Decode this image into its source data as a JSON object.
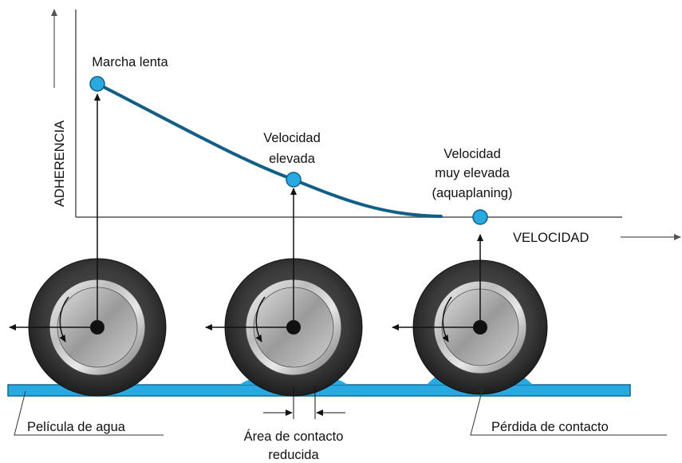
{
  "axes": {
    "y_label": "ADHERENCIA",
    "x_label": "VELOCIDAD"
  },
  "points": [
    {
      "label_lines": [
        "Marcha lenta"
      ]
    },
    {
      "label_lines": [
        "Velocidad",
        "elevada"
      ]
    },
    {
      "label_lines": [
        "Velocidad",
        "muy elevada",
        "(aquaplaning)"
      ]
    }
  ],
  "callouts": {
    "water_film": "Película de agua",
    "contact_area_line1": "Área de contacto",
    "contact_area_line2": "reducida",
    "loss_of_contact": "Pérdida de contacto"
  },
  "colors": {
    "curve": "#0f5f86",
    "point_fill": "#29a9e1",
    "point_stroke": "#0d5f8a",
    "water": "#29a9e1",
    "water_stroke": "#0d6a96",
    "tire_dark": "#2b2b2b",
    "axis": "#555555"
  }
}
